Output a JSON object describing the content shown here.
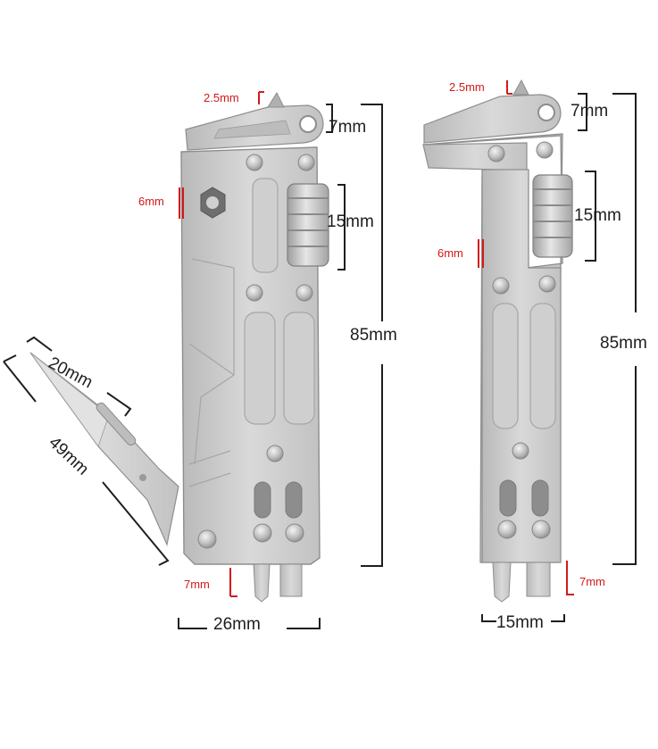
{
  "colors": {
    "metal": "#c9c9c9",
    "metal_dark": "#9a9a9a",
    "dim_black": "#1e1e1e",
    "dim_red": "#d21a1a"
  },
  "tool_left": {
    "dims": {
      "tip": "2.5mm",
      "ring": "7mm",
      "hex": "6mm",
      "wheel": "15mm",
      "length": "85mm",
      "blade_edge": "20mm",
      "blade_length": "49mm",
      "bits": "7mm",
      "width": "26mm"
    }
  },
  "tool_right": {
    "dims": {
      "tip": "2.5mm",
      "ring": "7mm",
      "wheel": "15mm",
      "jaw": "6mm",
      "length": "85mm",
      "bits": "7mm",
      "width": "15mm"
    }
  }
}
